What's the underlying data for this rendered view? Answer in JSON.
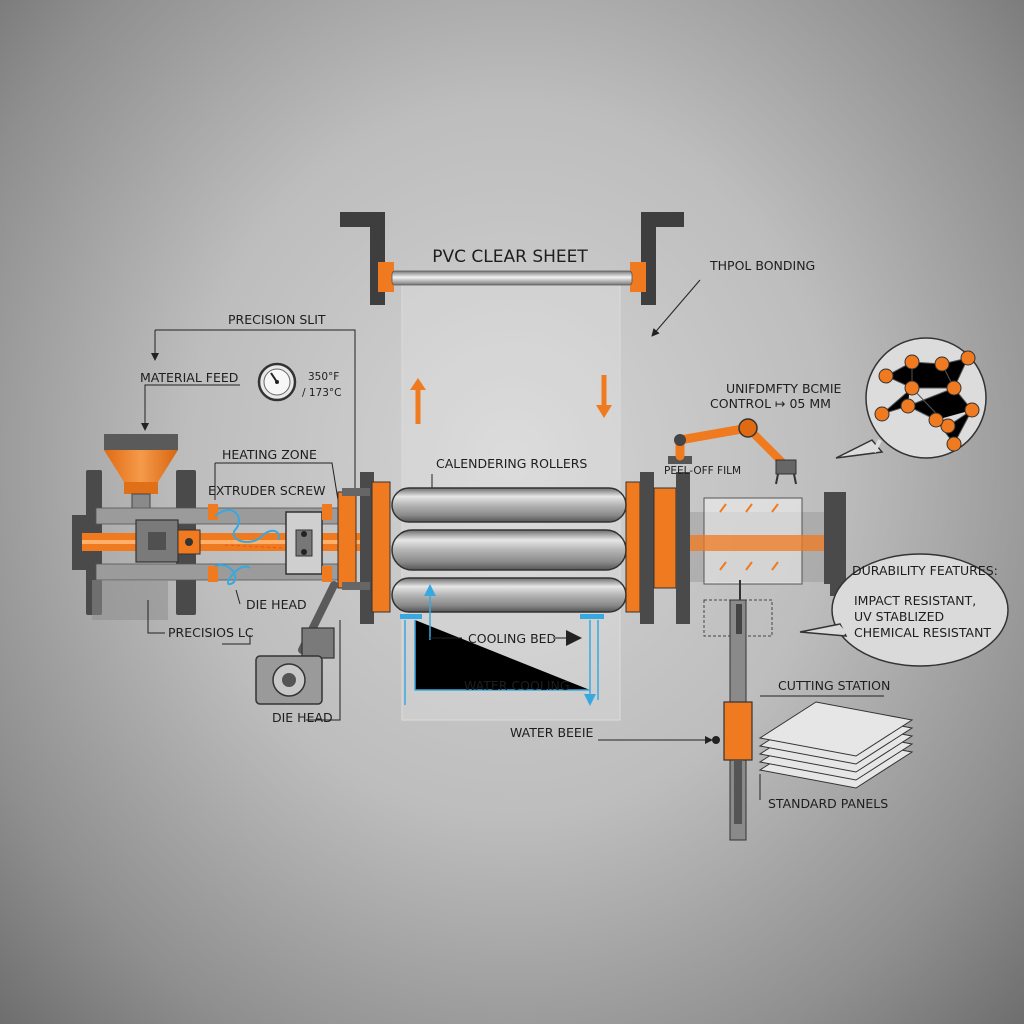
{
  "colors": {
    "accent_orange": "#f07a1f",
    "water_blue": "#38a8e0",
    "steel_dark": "#4a4a4a",
    "background": "#bdbdbd",
    "line": "#222222"
  },
  "labels": {
    "title": "PVC CLEAR SHEET",
    "thpol_bonding": "THPOL BONDING",
    "precision_slit": "PRECISION SLIT",
    "material_feed": "MATERIAL FEED",
    "temperature_f": "350°F",
    "temperature_c": "/ 173°C",
    "uniformity_line1": "UNIFDMFTY BCMIE",
    "uniformity_line2": "CONTROL ↦ 05 MM",
    "heating_zone": "HEATING ZONE",
    "calendering_rollers": "CALENDERING ROLLERS",
    "peel_off_film": "PEEL-OFF FILM",
    "extruder_screw": "EXTRUDER SCREW",
    "die_head_1": "DIE HEAD",
    "precision_lc": "PRECISIOS LC",
    "cooling_bed": "COOLING BED",
    "water_cooling": "WATER COOLING",
    "die_head_2": "DIE HEAD",
    "water_beeie": "WATER BEEIE",
    "durability_title": "DURABILITY FEATURES:",
    "durability_items": [
      "IMPACT RESISTANT,",
      "UV STABLIZED",
      "CHEMICAL RESISTANT"
    ],
    "cutting_station": "CUTTING STATION",
    "standard_panels": "STANDARD PANELS"
  },
  "icons": {
    "gauge": "temperature-gauge-icon",
    "robot_arm": "robot-arm-icon",
    "molecule": "molecule-network-icon",
    "panels": "stacked-panels-icon"
  }
}
